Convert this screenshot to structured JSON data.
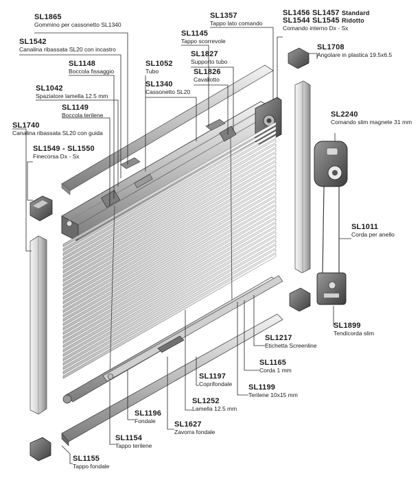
{
  "parts": [
    {
      "id": "sl1865",
      "code": "SL1865",
      "desc": "Gommino per cassonetto SL1340"
    },
    {
      "id": "sl1542",
      "code": "SL1542",
      "desc": "Canalina ribassata SL20 con incastro"
    },
    {
      "id": "sl1148",
      "code": "SL1148",
      "desc": "Boccola fissaggio"
    },
    {
      "id": "sl1042",
      "code": "SL1042",
      "desc": "Spaziatore lamella 12.5 mm"
    },
    {
      "id": "sl1149",
      "code": "SL1149",
      "desc": "Boccola terilene"
    },
    {
      "id": "sl1740",
      "code": "SL1740",
      "desc": "Canalina ribassata SL20 con guida"
    },
    {
      "id": "sl1549",
      "code": "SL1549 - SL1550",
      "desc": "Finecorsa Dx - Sx"
    },
    {
      "id": "sl1052",
      "code": "SL1052",
      "desc": "Tubo"
    },
    {
      "id": "sl1340",
      "code": "SL1340",
      "desc": "Cassonetto SL20"
    },
    {
      "id": "sl1357",
      "code": "SL1357",
      "desc": "Tappo lato comando"
    },
    {
      "id": "sl1145",
      "code": "SL1145",
      "desc": "Tappo scorrevole"
    },
    {
      "id": "sl1827",
      "code": "SL1827",
      "desc": "Supporto tubo"
    },
    {
      "id": "sl1826",
      "code": "SL1826",
      "desc": "Cavallotto"
    },
    {
      "id": "sl1456",
      "code": "SL1456 SL1457",
      "code_suffix": "Standard",
      "code2": "SL1544 SL1545",
      "code2_suffix": "Ridotto",
      "desc": "Comando interno Dx - Sx"
    },
    {
      "id": "sl1708",
      "code": "SL1708",
      "desc": "Angolare in plastica 19.5x6.5"
    },
    {
      "id": "sl2240",
      "code": "SL2240",
      "desc": "Comando slim magnete 31 mm"
    },
    {
      "id": "sl1011",
      "code": "SL1011",
      "desc": "Corda per anello"
    },
    {
      "id": "sl1899",
      "code": "SL1899",
      "desc": "Tendicorda slim"
    },
    {
      "id": "sl1217",
      "code": "SL1217",
      "desc": "Etichetta Screenline"
    },
    {
      "id": "sl1165",
      "code": "SL1165",
      "desc": "Corda 1 mm"
    },
    {
      "id": "sl1199",
      "code": "SL1199",
      "desc": "Terilene 10x15 mm"
    },
    {
      "id": "sl1197",
      "code": "SL1197",
      "desc": "Coprifondale"
    },
    {
      "id": "sl1252",
      "code": "SL1252",
      "desc": "Lamella 12.5 mm"
    },
    {
      "id": "sl1196",
      "code": "SL1196",
      "desc": "Fondale"
    },
    {
      "id": "sl1627",
      "code": "SL1627",
      "desc": "Zavorra fondale"
    },
    {
      "id": "sl1154",
      "code": "SL1154",
      "desc": "Tappo terilene"
    },
    {
      "id": "sl1155",
      "code": "SL1155",
      "desc": "Tappo fondale"
    }
  ]
}
